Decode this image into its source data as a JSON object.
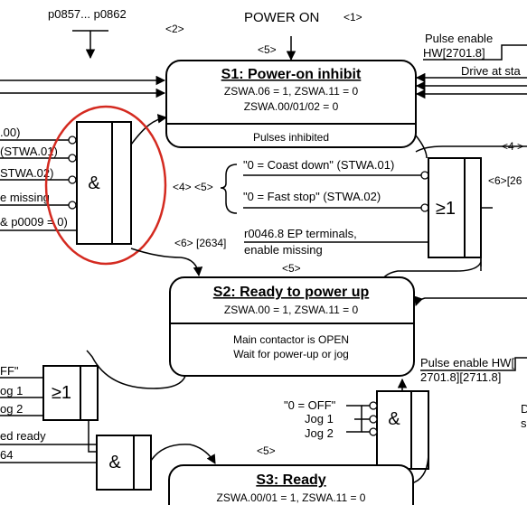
{
  "top": {
    "params": "p0857... p0862",
    "power_on": "POWER ON",
    "power_on_ref": "<1>",
    "ref2": "<2>",
    "ref5a": "<5>",
    "pulse_enable_top": "Pulse enable",
    "pulse_enable_top_ref": "HW[2701.8]",
    "drive_at_standstill": "Drive at sta"
  },
  "s1": {
    "title": "S1: Power-on inhibit",
    "line1": "ZSWA.06 = 1, ZSWA.11 = 0",
    "line2": "ZSWA.00/01/02 = 0",
    "footer": "Pulses inhibited"
  },
  "left_gate": {
    "symbol": "&",
    "inputs": [
      ".00)",
      "(STWA.01)",
      "STWA.02)",
      "e missing",
      "& p0009 = 0)"
    ]
  },
  "or_gate_1": {
    "symbol": "≥1",
    "refs": "<4> <5>",
    "input1": "\"0 = Coast down\" (STWA.01)",
    "input2": "\"0 = Fast stop\" (STWA.02)",
    "ref4_right": "<4 >",
    "ref6_right": "<6>[26",
    "ref6_2634": "<6> [2634]",
    "ep_line1": "r0046.8 EP terminals,",
    "ep_line2": "enable missing",
    "ref5b": "<5>"
  },
  "s2": {
    "title": "S2: Ready to power up",
    "line1": "ZSWA.00 = 1, ZSWA.11 = 0",
    "line2": "Main contactor is OPEN",
    "line3": "Wait for power-up or jog"
  },
  "or_gate_2": {
    "symbol": "≥1",
    "inputs": [
      "FF\"",
      "og 1",
      "og 2"
    ]
  },
  "and_gate_bottom_left": {
    "symbol": "&",
    "inputs": [
      "ed ready",
      "64"
    ]
  },
  "and_gate_mid": {
    "symbol": "&",
    "inputs": [
      "\"0 = OFF\"",
      "Jog 1",
      "Jog 2"
    ]
  },
  "right_side": {
    "pulse_enable": "Pulse enable HW[",
    "pulse_refs": "2701.8][2711.8]",
    "cut_d": "D",
    "cut_s": "s"
  },
  "s3": {
    "ref5c": "<5>",
    "title": "S3: Ready",
    "line1": "ZSWA.00/01 = 1, ZSWA.11 = 0"
  }
}
